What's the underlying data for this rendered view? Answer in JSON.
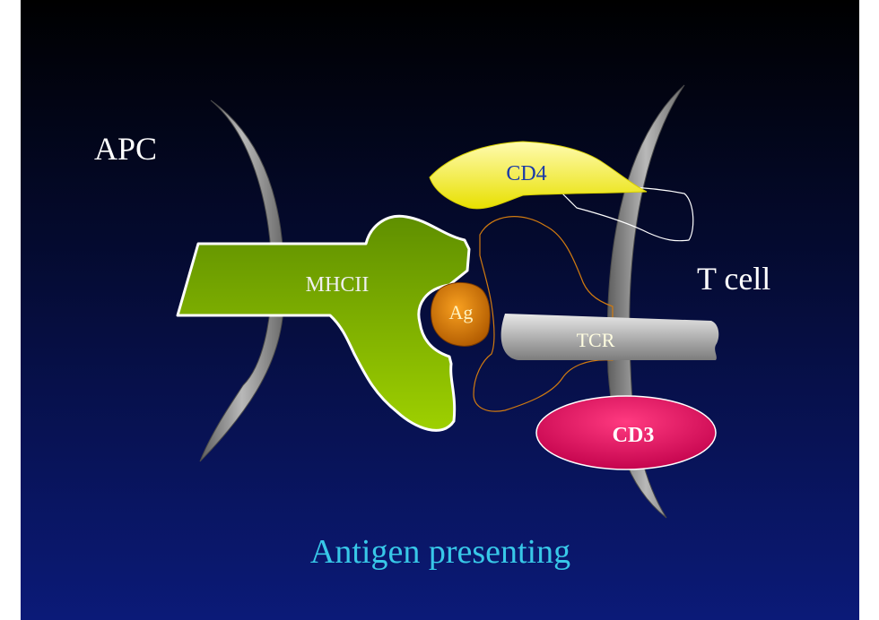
{
  "labels": {
    "apc": "APC",
    "t_cell": "T cell",
    "cd4": "CD4",
    "mhcii": "MHCII",
    "ag": "Ag",
    "tcr": "TCR",
    "cd3": "CD3",
    "caption": "Antigen presenting"
  },
  "colors": {
    "background_top": "#000000",
    "background_bottom": "#0b1a78",
    "membrane": "#8a8a8a",
    "mhcii_fill": "#86b800",
    "cd4_fill": "#f4f000",
    "ag_fill": "#e07800",
    "tcr_fill": "#a8a8a8",
    "cd3_fill": "#e0005a",
    "caption_text": "#38c8e8",
    "tcr_outline": "#d07a10"
  }
}
